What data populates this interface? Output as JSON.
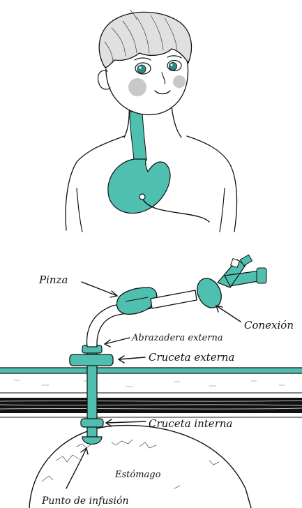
{
  "colors": {
    "teal": "#4fc0b0",
    "teal_dark": "#2a8f82",
    "ink": "#111111",
    "skin_fill": "#ffffff",
    "cheek": "#9a9a9a",
    "hair": "#d8d8d8",
    "stomach_inner": "#e8e8e8"
  },
  "labels": {
    "pinza": "Pinza",
    "conexion": "Conexión",
    "abrazadera": "Abrazadera externa",
    "cruceta_externa": "Cruceta externa",
    "cruceta_interna": "Cruceta interna",
    "estomago": "Estómago",
    "punto_infusion": "Punto de infusión"
  }
}
